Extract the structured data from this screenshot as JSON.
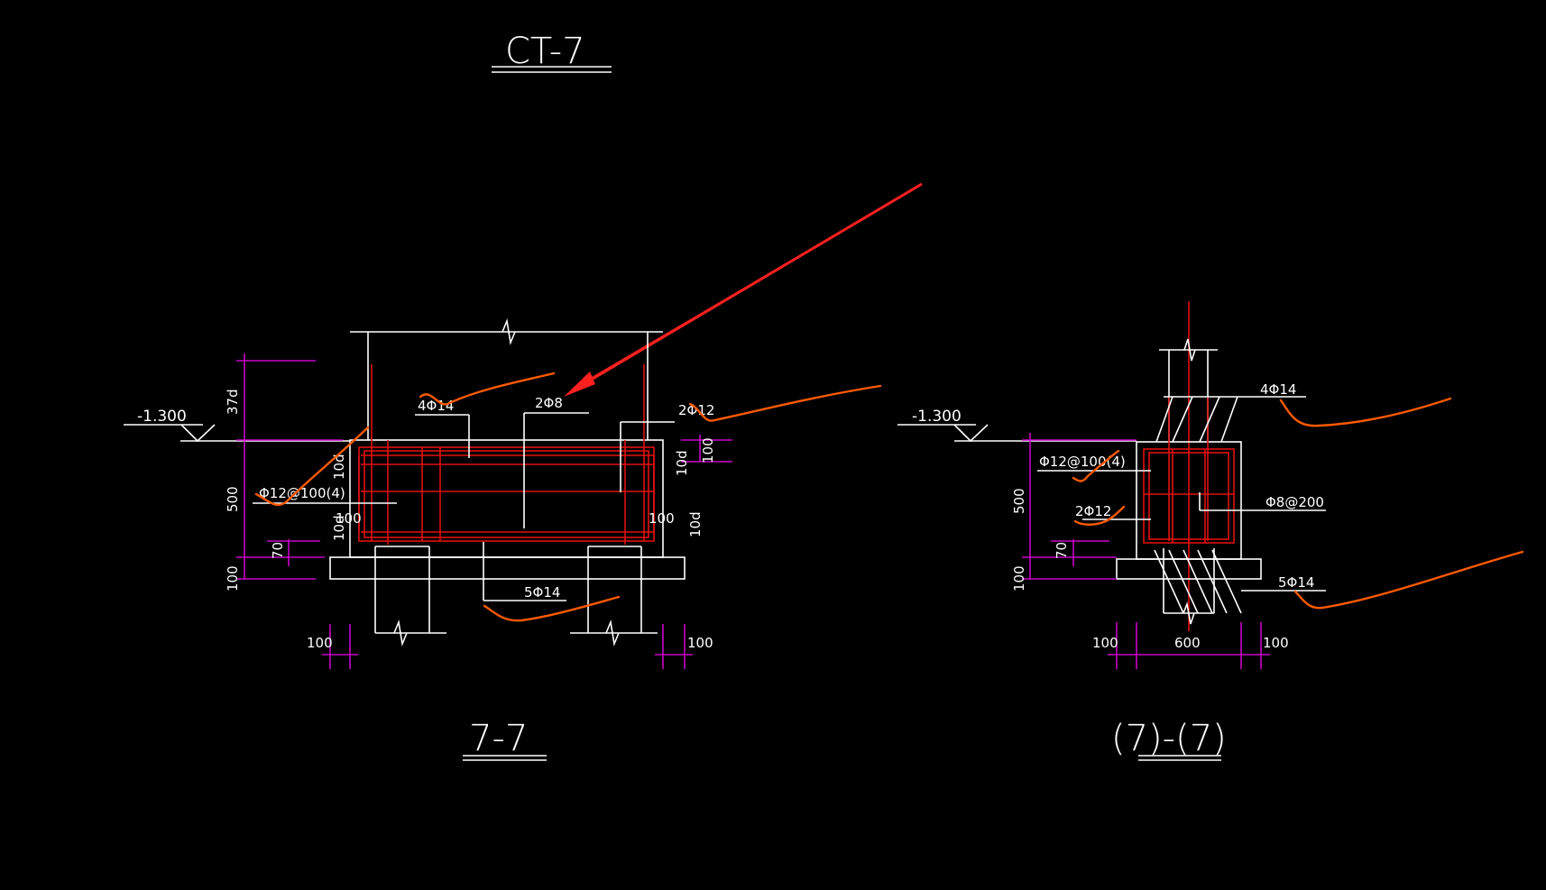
{
  "titles": {
    "main": "CT-7",
    "section_left": "7-7",
    "section_right": "(7)-(7)"
  },
  "left_section": {
    "elevation": "-1.300",
    "dim_anchor": "37d",
    "dim_depth": "500",
    "dim_cover": "70",
    "dim_bottom": "100",
    "dim_pile_left": "100",
    "dim_pile_right": "100",
    "dim_hook_left": "10d",
    "dim_hook_right_top": "10d",
    "dim_hook_right_bottom": "10d",
    "dim_hook_left_bottom": "10d",
    "dim_edge_left": "100",
    "dim_edge_right": "100",
    "dim_top_right": "100",
    "rebar_top": "4Φ14",
    "rebar_middle": "2Φ8",
    "rebar_side": "2Φ12",
    "stirrup": "Φ12@100(4)",
    "rebar_bottom": "5Φ14"
  },
  "right_section": {
    "elevation": "-1.300",
    "dim_depth": "500",
    "dim_cover": "70",
    "dim_bottom": "100",
    "dim_left": "100",
    "dim_width": "600",
    "dim_right": "100",
    "rebar_top": "4Φ14",
    "stirrup": "Φ12@100(4)",
    "rebar_side": "2Φ12",
    "stirrup_small": "Φ8@200",
    "rebar_bottom": "5Φ14"
  },
  "colors": {
    "background": "#000000",
    "outline": "#ffffff",
    "dimension": "#c800c8",
    "rebar": "#e01010",
    "annotation": "#ff5a00"
  }
}
